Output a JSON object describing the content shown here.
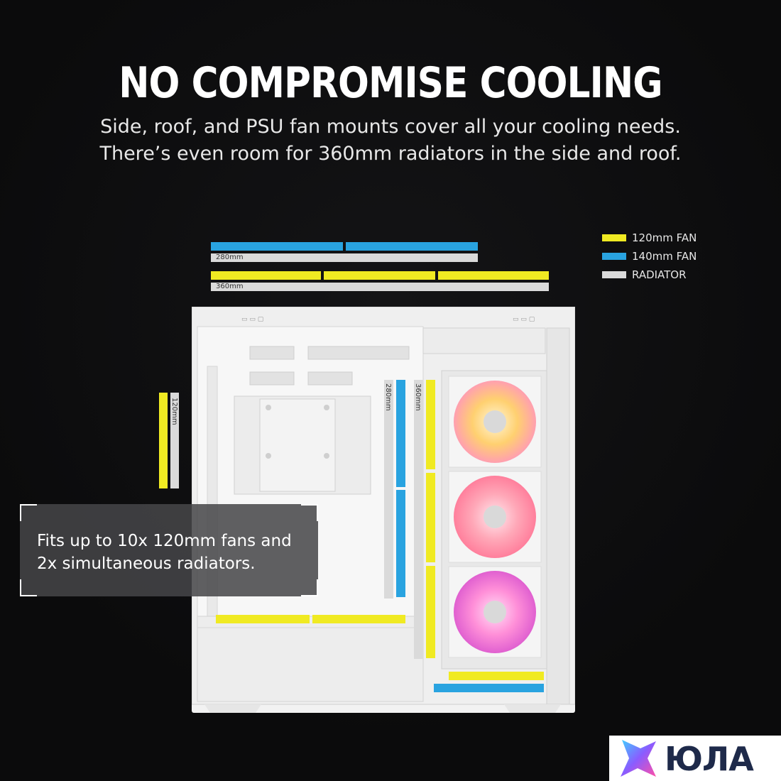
{
  "headline": "NO COMPROMISE COOLING",
  "subtitle_line1": "Side, roof, and PSU fan mounts cover all your cooling needs.",
  "subtitle_line2": "There’s even room for 360mm radiators in the side and roof.",
  "legend": [
    {
      "label": "120mm FAN",
      "color": "#f0ea22"
    },
    {
      "label": "140mm FAN",
      "color": "#29a3e0"
    },
    {
      "label": "RADIATOR",
      "color": "#dadada"
    }
  ],
  "labels": {
    "top_280": "280mm",
    "top_360": "360mm",
    "side_120": "120mm",
    "mid_280": "280mm",
    "mid_360": "360mm"
  },
  "callout_text": "Fits up to 10x 120mm fans and 2x simultaneous radiators.",
  "logo_text": "ЮЛА",
  "colors": {
    "fan120": "#f0ea22",
    "fan140": "#29a3e0",
    "radiator": "#dadada",
    "background": "#0b0b0c"
  }
}
